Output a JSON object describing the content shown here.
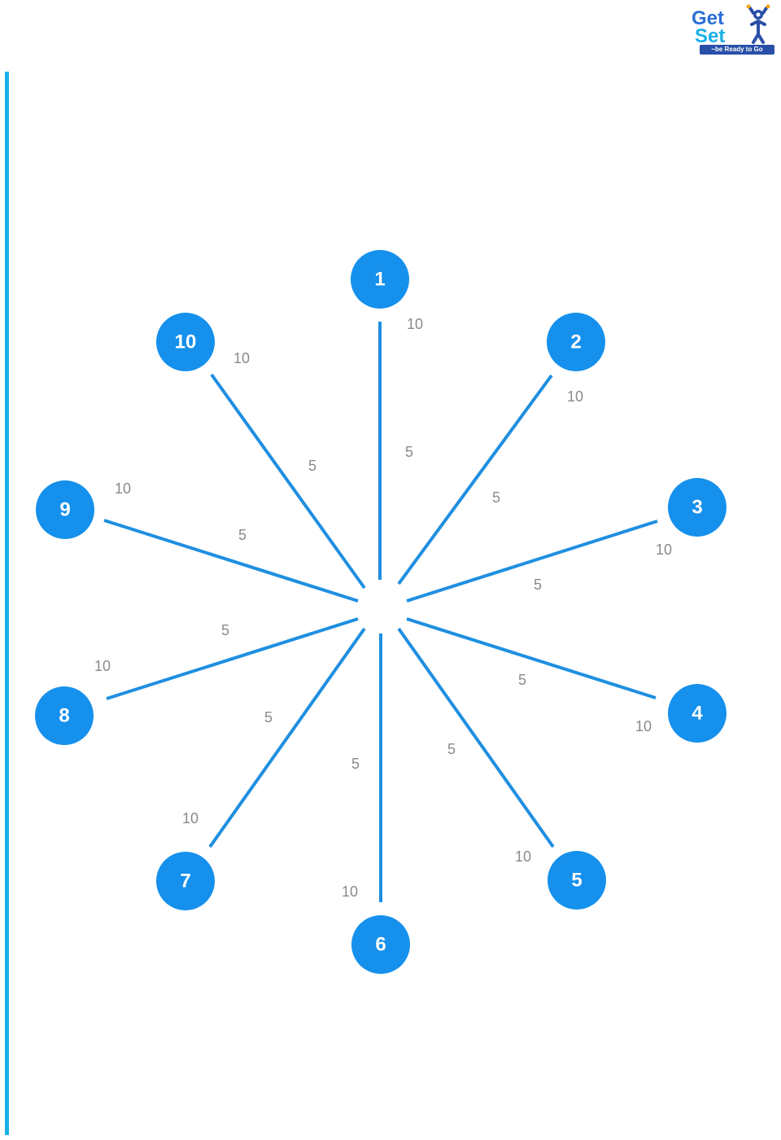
{
  "logo": {
    "line1": "Get",
    "line2": "Set",
    "tagline": "~be Ready to Go"
  },
  "colors": {
    "accent": "#1ab0e8",
    "node_fill": "#1590ec",
    "spoke": "#1f8fe0",
    "label": "#8a8a8a"
  },
  "diagram": {
    "nodes": [
      {
        "id": "1",
        "label": "1"
      },
      {
        "id": "2",
        "label": "2"
      },
      {
        "id": "3",
        "label": "3"
      },
      {
        "id": "4",
        "label": "4"
      },
      {
        "id": "5",
        "label": "5"
      },
      {
        "id": "6",
        "label": "6"
      },
      {
        "id": "7",
        "label": "7"
      },
      {
        "id": "8",
        "label": "8"
      },
      {
        "id": "9",
        "label": "9"
      },
      {
        "id": "10",
        "label": "10"
      }
    ],
    "spokes": [
      {
        "node": "1",
        "inner_label": "5",
        "outer_label": "10"
      },
      {
        "node": "2",
        "inner_label": "5",
        "outer_label": "10"
      },
      {
        "node": "3",
        "inner_label": "5",
        "outer_label": "10"
      },
      {
        "node": "4",
        "inner_label": "5",
        "outer_label": "10"
      },
      {
        "node": "5",
        "inner_label": "5",
        "outer_label": "10"
      },
      {
        "node": "6",
        "inner_label": "5",
        "outer_label": "10"
      },
      {
        "node": "7",
        "inner_label": "5",
        "outer_label": "10"
      },
      {
        "node": "8",
        "inner_label": "5",
        "outer_label": "10"
      },
      {
        "node": "9",
        "inner_label": "5",
        "outer_label": "10"
      },
      {
        "node": "10",
        "inner_label": "5",
        "outer_label": "10"
      }
    ]
  }
}
